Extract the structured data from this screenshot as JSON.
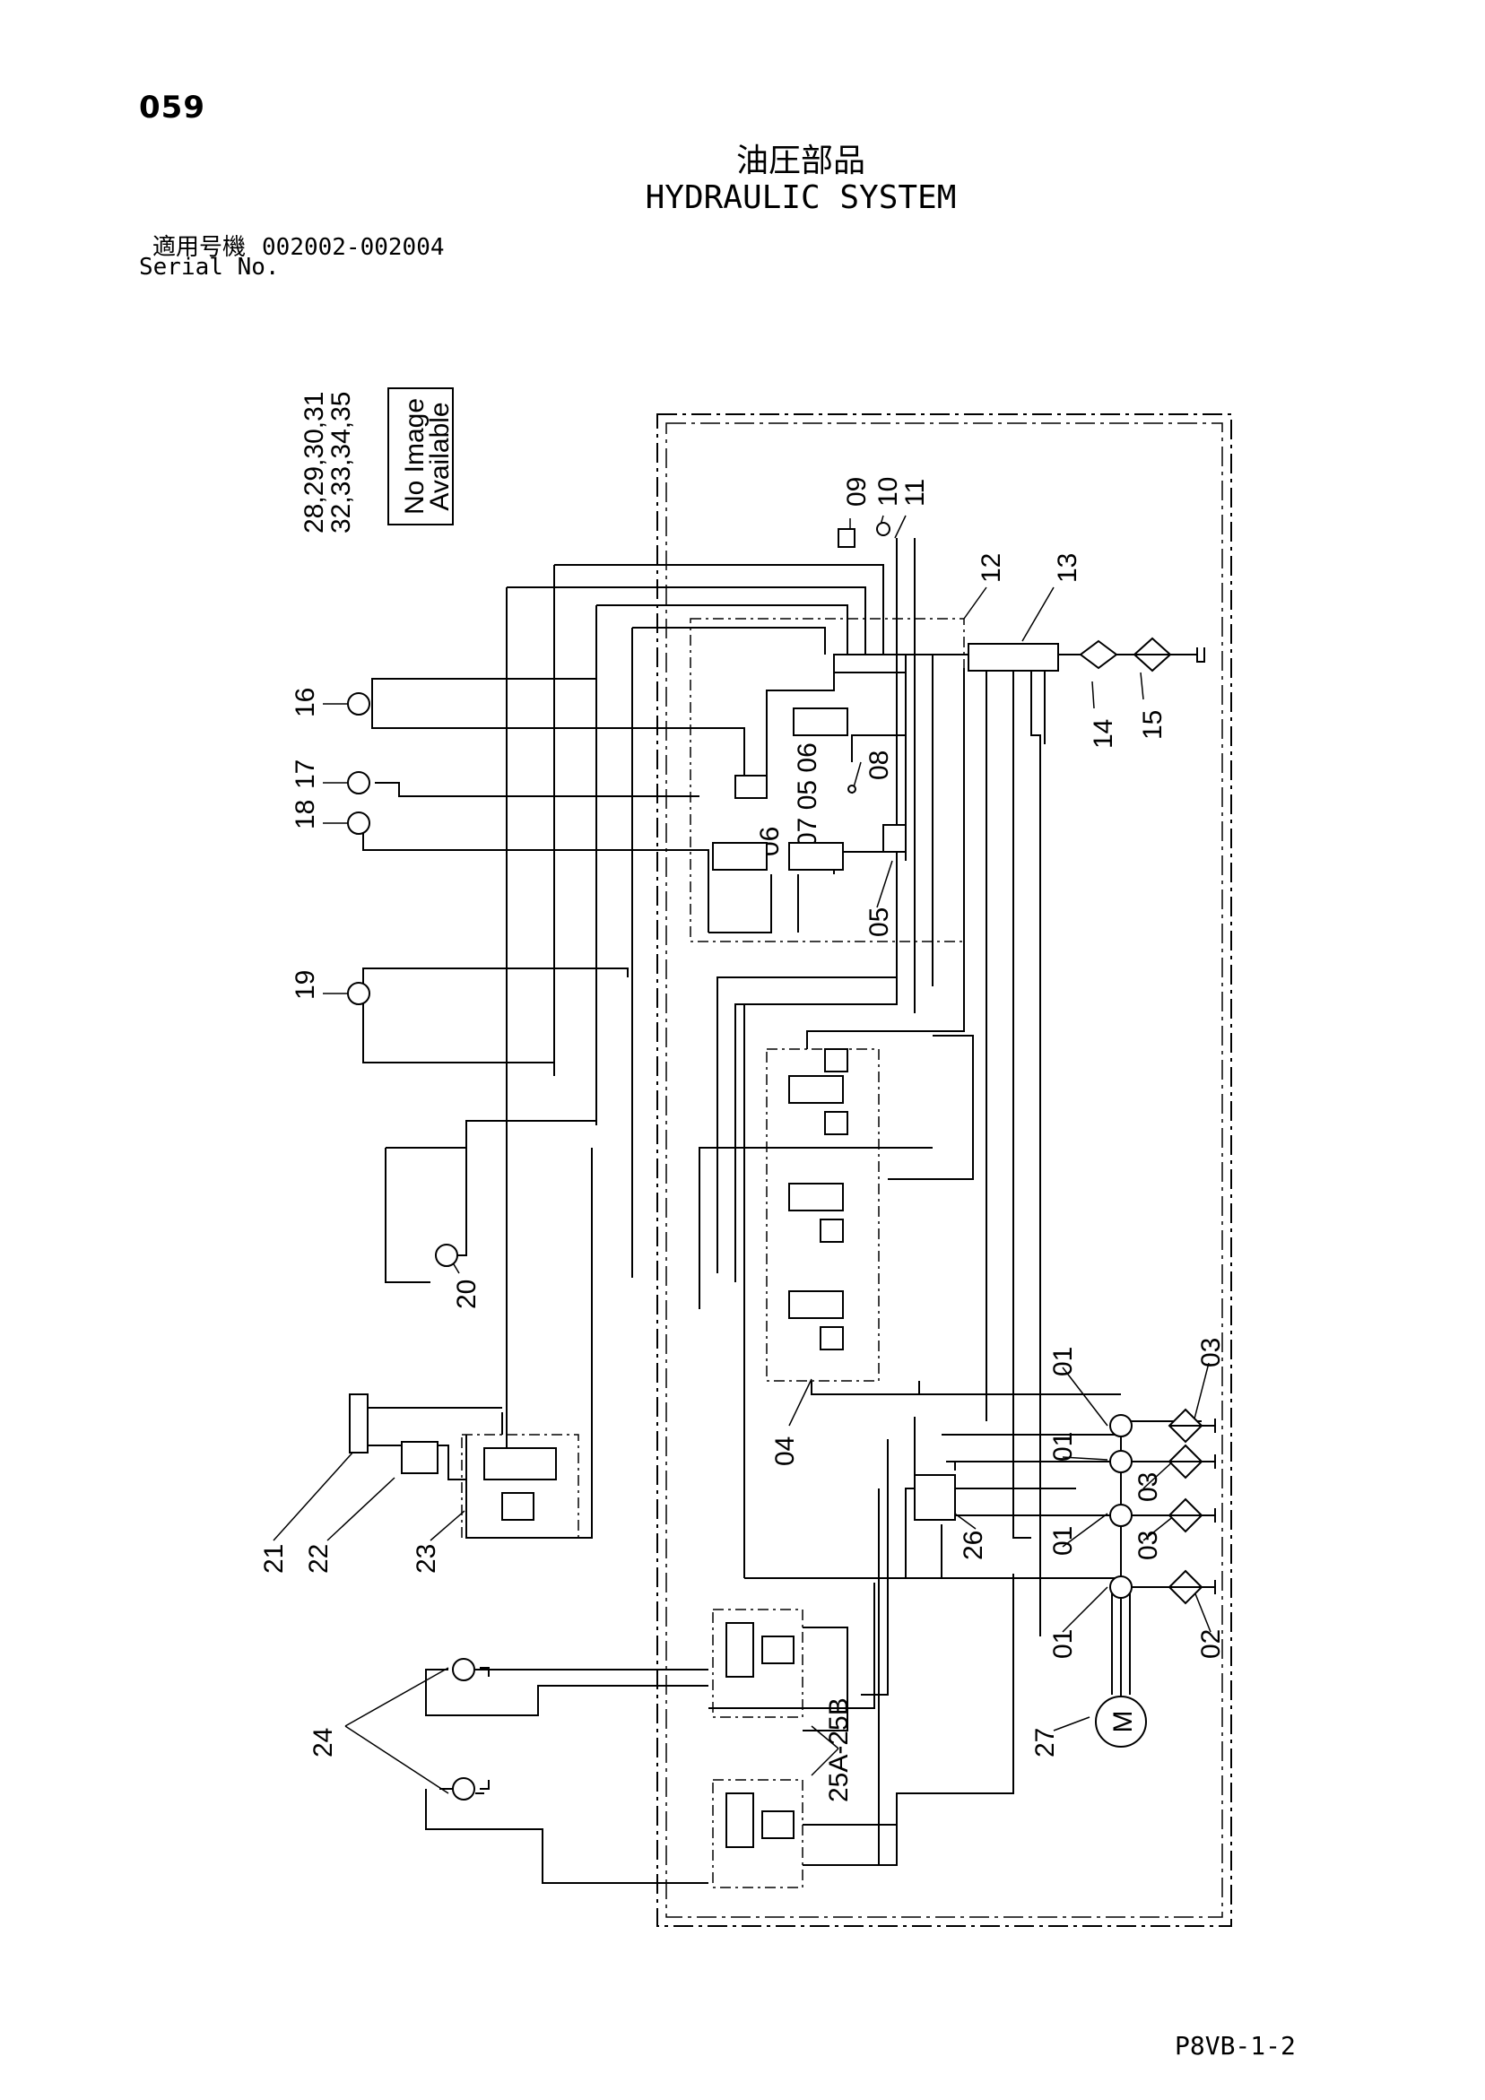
{
  "page": {
    "number": "059",
    "title_jp": "油圧部品",
    "title_en": "HYDRAULIC SYSTEM",
    "serial_label_jp": "適用号機",
    "serial_range": "002002-002004",
    "serial_label_en": "Serial No.",
    "footer": "P8VB-1-2"
  },
  "diagram": {
    "no_image_lines": [
      "No Image",
      "Available"
    ],
    "part_labels": {
      "p0931": "28,29,30,31",
      "p0935": "32,33,34,35",
      "p01": "01",
      "p02": "02",
      "p03": "03",
      "p04": "04",
      "p05": "05",
      "p06": "06",
      "p07": "07",
      "p08": "08",
      "p09": "09",
      "p10": "10",
      "p11": "11",
      "p12": "12",
      "p13": "13",
      "p14": "14",
      "p15": "15",
      "p16": "16",
      "p17": "17",
      "p18": "18",
      "p19": "19",
      "p20": "20",
      "p21": "21",
      "p22": "22",
      "p23": "23",
      "p24": "24",
      "p25": "25A-25B",
      "p26": "26",
      "p27": "27",
      "p0506": "07 05 06"
    }
  }
}
